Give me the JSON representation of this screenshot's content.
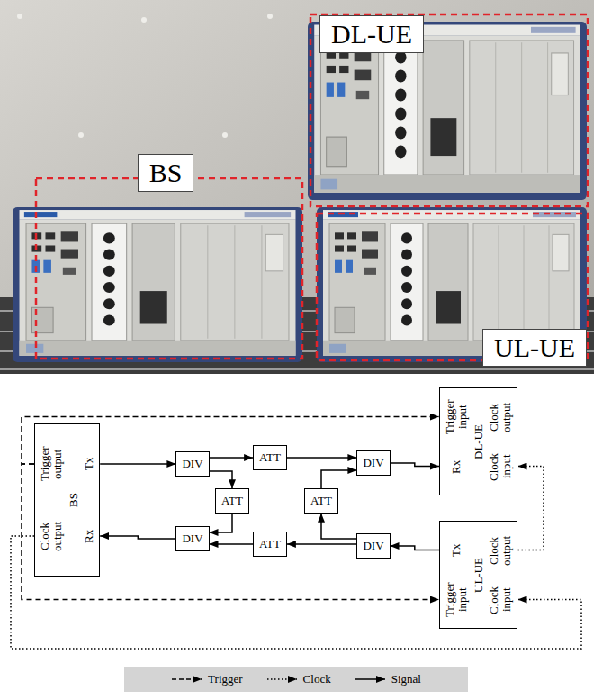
{
  "diagram": {
    "nodes": [
      {
        "text": [
          "DL-UE"
        ]
      },
      {
        "text": [
          "BS"
        ]
      },
      {
        "text": [
          "UL-UE"
        ]
      },
      {
        "text": [
          "Trigger input",
          "Clock output",
          "DL-UE",
          "Rx",
          "Clock input"
        ]
      },
      {
        "text": [
          "Trigger output",
          "Tx",
          "BS",
          "Clock output",
          "Rx"
        ]
      },
      {
        "text": [
          "DIV"
        ]
      },
      {
        "text": [
          "ATT"
        ]
      },
      {
        "text": [
          "DIV"
        ]
      },
      {
        "text": [
          "ATT"
        ]
      },
      {
        "text": [
          "ATT"
        ]
      },
      {
        "text": [
          "DIV"
        ]
      },
      {
        "text": [
          "ATT"
        ]
      },
      {
        "text": [
          "DIV"
        ]
      },
      {
        "text": [
          "Tx",
          "Clock output",
          "UL-UE",
          "Trigger input",
          "Clock input"
        ]
      }
    ],
    "edges": [
      {
        "from": 4,
        "to": 5,
        "arrow": "to"
      },
      {
        "from": 5,
        "to": 6,
        "arrow": "to"
      },
      {
        "from": 6,
        "to": 7,
        "arrow": "to"
      },
      {
        "from": 7,
        "to": 3,
        "arrow": "to"
      },
      {
        "from": 5,
        "to": 8,
        "arrow": "to"
      },
      {
        "from": 8,
        "to": 10,
        "arrow": "to"
      },
      {
        "from": 10,
        "to": 4,
        "arrow": "to"
      },
      {
        "from": 13,
        "to": 12,
        "arrow": "to"
      },
      {
        "from": 12,
        "to": 11,
        "arrow": "to"
      },
      {
        "from": 11,
        "to": 10,
        "arrow": "to"
      },
      {
        "from": 12,
        "to": 9,
        "arrow": "to"
      },
      {
        "from": 9,
        "to": 7,
        "arrow": "to"
      },
      {
        "from": 4,
        "to": 3,
        "arrow": "to"
      },
      {
        "from": 4,
        "to": 13,
        "arrow": "to"
      },
      {
        "from": 4,
        "to": 13,
        "arrow": "to"
      },
      {
        "from": 13,
        "to": 3,
        "arrow": "to"
      }
    ],
    "legend": [
      {
        "text": "Trigger"
      },
      {
        "text": "Clock"
      },
      {
        "text": "Signal"
      }
    ]
  }
}
